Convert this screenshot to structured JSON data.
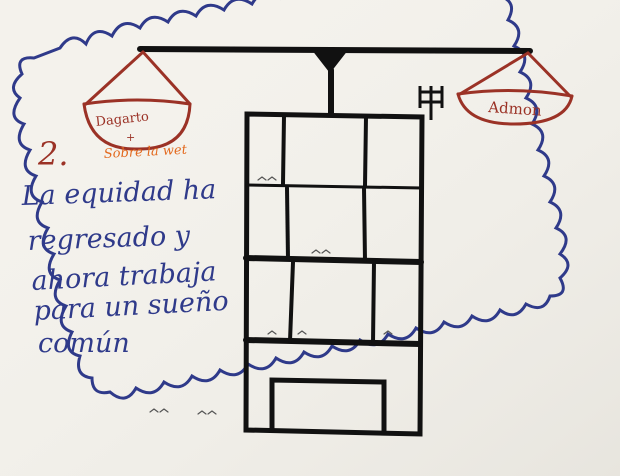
{
  "drawing": {
    "number": "2.",
    "left_pan_top": "Dagarto",
    "left_pan_plus": "+",
    "left_pan_bottom": "Sobre la wet",
    "right_pan": "Admon",
    "message_lines": [
      "La equidad ha",
      "regresado y",
      "ahora trabaja",
      "para un sueño",
      "común"
    ]
  },
  "colors": {
    "paper": "#f4f2ec",
    "blue_marker": "#2f3a8a",
    "red_marker": "#9b3226",
    "orange_marker": "#e36a1f",
    "black_marker": "#111111"
  }
}
